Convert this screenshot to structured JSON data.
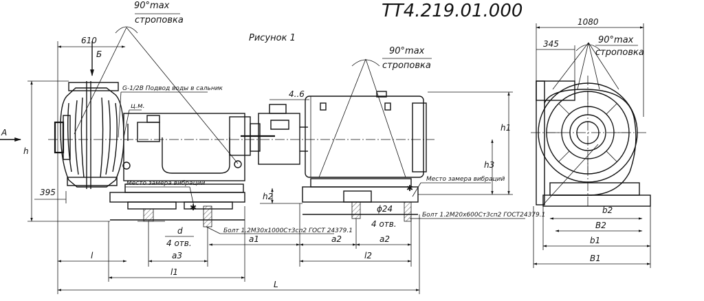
{
  "header": {
    "doc_number": "ТТ4.219.01.000"
  },
  "figure": {
    "caption": "Рисунок 1"
  },
  "annotations": {
    "sling_angle": "90°max",
    "sling_word": "строповка",
    "water_supply": "G-1/2B Подвод воды в сальник",
    "cm_mark": "ц.м.",
    "vibration_point": "Место замера вибраций",
    "bolt_pump": "Болт 1.2М30х1000Ст3сп2 ГОСТ 24379.1",
    "bolt_motor": "Болт 1.2М20х600Ст3сп2 ГОСТ24379.1",
    "holes": "4 отв.",
    "arrow_a": "А",
    "arrow_b": "Б"
  },
  "dimensions": {
    "d610": "610",
    "d395": "395",
    "d1080": "1080",
    "d345": "345",
    "d4_6": "4..6",
    "phi24": "ϕ24",
    "h": "h",
    "h1": "h1",
    "h2": "h2",
    "h3": "h3",
    "d": "d",
    "l": "l",
    "l1": "l1",
    "l2": "l2",
    "L": "L",
    "a1": "a1",
    "a2": "a2",
    "a3": "a3",
    "b1": "b1",
    "b2": "b2",
    "B1": "B1",
    "B2": "B2"
  }
}
